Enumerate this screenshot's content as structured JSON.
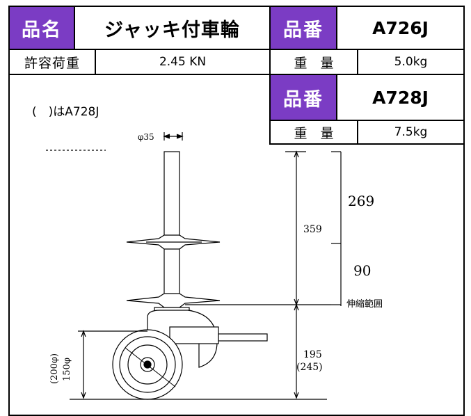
{
  "header": {
    "product_name_label": "品名",
    "product_name": "ジャッキ付車輪",
    "product_no_label": "品番",
    "product_no": "A726J"
  },
  "row2": {
    "load_label": "許容荷重",
    "load_value": "2.45 KN",
    "weight_label": "重　量",
    "weight_value": "5.0kg"
  },
  "alt": {
    "product_no_label": "品番",
    "product_no": "A728J",
    "weight_label": "重　量",
    "weight_value": "7.5kg",
    "note": "(　)はA728J"
  },
  "drawing": {
    "diameter_top": "φ35",
    "dim_359": "359",
    "dim_269": "269",
    "dim_90": "90",
    "stroke_label": "伸縮範囲",
    "dim_195": "195",
    "dim_245": "(245)",
    "wheel_dia_1": "(200φ)",
    "wheel_dia_2": "150φ"
  }
}
